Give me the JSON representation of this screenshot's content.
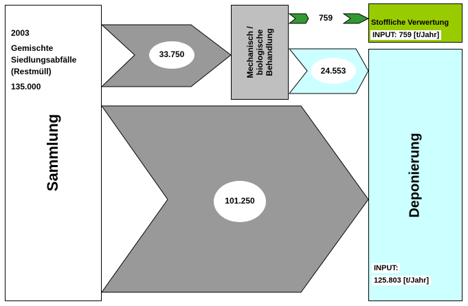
{
  "collection": {
    "year": "2003",
    "waste_line1": "Gemischte",
    "waste_line2": "Siedlungsabfälle",
    "waste_line3": "(Restmüll)",
    "total": "135.000",
    "title": "Sammlung"
  },
  "mbt": {
    "line1": "Mechanisch /",
    "line2": "biologische",
    "line3": "Behandlung"
  },
  "flows": {
    "to_mbt": "33.750",
    "to_landfill": "101.250",
    "mbt_to_landfill": "24.553",
    "mbt_to_recycling": "759"
  },
  "recycling": {
    "title": "Stoffliche Verwertung",
    "input": "INPUT: 759  [t/Jahr]"
  },
  "landfill": {
    "title": "Deponierung",
    "input_label": "INPUT:",
    "input_value": "125.803  [t/Jahr]"
  },
  "colors": {
    "arrow_gray": "#999999",
    "mbt_gray": "#bfbfbf",
    "landfill_cyan": "#ccffff",
    "recycling_green": "#99cc00",
    "small_arrow_green": "#339933"
  }
}
